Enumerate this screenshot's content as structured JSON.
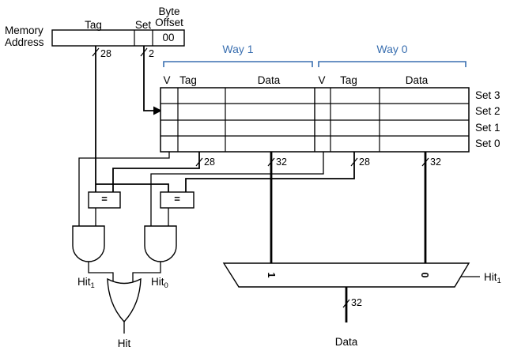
{
  "memory_address": {
    "label_line1": "Memory",
    "label_line2": "Address",
    "field_tag": "Tag",
    "field_set": "Set",
    "field_byte_line1": "Byte",
    "field_byte_line2": "Offset",
    "byte_offset_value": "00",
    "tag_width": "28",
    "set_width": "2"
  },
  "cache": {
    "ways": [
      {
        "label": "Way 1",
        "col_v": "V",
        "col_tag": "Tag",
        "col_data": "Data",
        "tag_width": "28",
        "data_width": "32"
      },
      {
        "label": "Way 0",
        "col_v": "V",
        "col_tag": "Tag",
        "col_data": "Data",
        "tag_width": "28",
        "data_width": "32"
      }
    ],
    "sets": [
      "Set 3",
      "Set 2",
      "Set 1",
      "Set 0"
    ]
  },
  "logic": {
    "comparator1": "=",
    "comparator2": "=",
    "hit1_base": "Hit",
    "hit1_sub": "1",
    "hit0_base": "Hit",
    "hit0_sub": "0",
    "hit_out": "Hit"
  },
  "mux": {
    "input1": "1",
    "input0": "0",
    "select_base": "Hit",
    "select_sub": "1",
    "out_width": "32",
    "out_label": "Data"
  },
  "colors": {
    "way_label": "#3a6fb0",
    "line": "#000000"
  }
}
